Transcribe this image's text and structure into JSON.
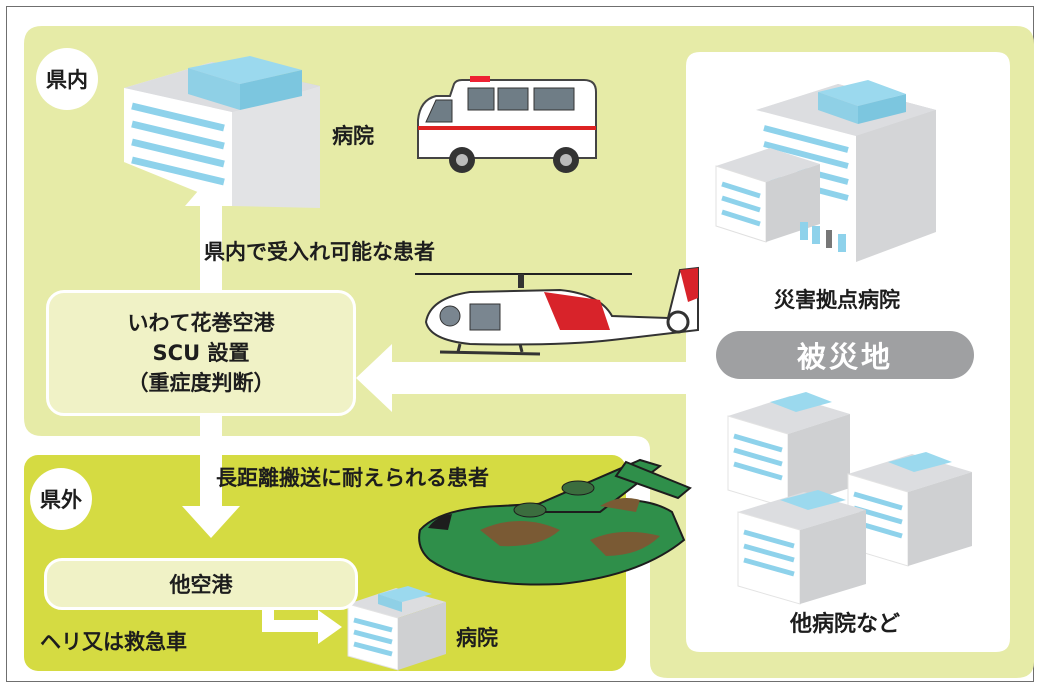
{
  "regions": {
    "in_prefecture_badge": "県内",
    "out_prefecture_badge": "県外"
  },
  "labels": {
    "hospital_top": "病院",
    "hospital_bottom": "病院",
    "disaster_hub_hospital": "災害拠点病院",
    "other_hospitals": "他病院など",
    "disaster_area": "被災地",
    "in_pref_patients": "県内で受入れ可能な患者",
    "long_distance_patients": "長距離搬送に耐えられる患者",
    "heli_or_ambulance": "ヘリ又は救急車"
  },
  "scu_box": {
    "line1": "いわて花巻空港",
    "line2": "SCU 設置",
    "line3": "（重症度判断）"
  },
  "other_airport_box": {
    "label": "他空港"
  },
  "colors": {
    "zone_light": "#e6eba7",
    "zone_bright": "#d5db42",
    "arrow": "#ffffff",
    "disaster_pill": "#9fa0a2"
  }
}
